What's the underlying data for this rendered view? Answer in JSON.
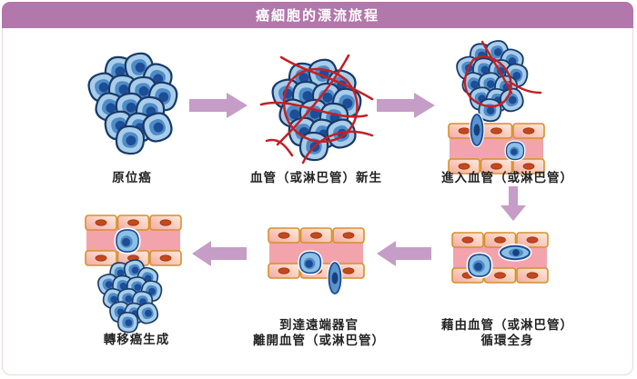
{
  "window": {
    "title": "癌細胞的漂流旅程"
  },
  "steps": [
    {
      "lines": [
        "原位癌"
      ]
    },
    {
      "lines": [
        "血管（或淋巴管）新生"
      ]
    },
    {
      "lines": [
        "進入血管（或淋巴管）"
      ]
    },
    {
      "lines": [
        "藉由血管（或淋巴管）",
        "循環全身"
      ]
    },
    {
      "lines": [
        "到達遠端器官",
        "離開血管（或淋巴管）"
      ]
    },
    {
      "lines": [
        "轉移癌生成"
      ]
    }
  ],
  "colors": {
    "banner": "#b277ab",
    "title_text": "#ffffff",
    "arrow": "#c69dc6",
    "label_text": "#232323",
    "cell_body": "#a9cde9",
    "cell_ring": "#4e8cc8",
    "cell_nucleus": "#1d4d96",
    "cell_outline": "#173a69",
    "vessel_wall_light": "#fdebdb",
    "vessel_wall_dark": "#f3aaa2",
    "vessel_lumen": "#f2a3ac",
    "vessel_border": "#d6902e",
    "vessel_cell_nucleus": "#c3491d",
    "new_vessel_red": "#c32026",
    "card_border": "#e8d8d8",
    "background": "#ffffff"
  }
}
